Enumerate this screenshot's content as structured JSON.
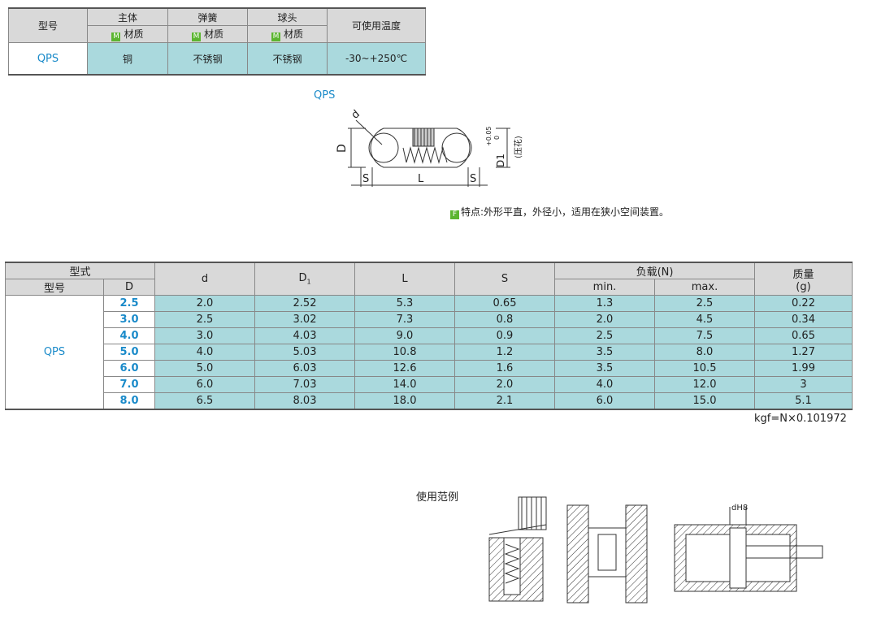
{
  "material_table": {
    "headers": [
      "型号",
      "主体",
      "弹簧",
      "球头",
      "可使用温度"
    ],
    "material_label": "材质",
    "material_badge": "M",
    "row": {
      "model": "QPS",
      "body": "铜",
      "spring": "不锈钢",
      "ball": "不锈钢",
      "temp": "-30~+250℃"
    }
  },
  "diagram": {
    "title": "QPS",
    "labels": {
      "d": "d",
      "D": "D",
      "S": "S",
      "L": "L",
      "D1": "D1",
      "tol_up": "+0.05",
      "tol_low": "0",
      "note": "(压花)"
    }
  },
  "feature": {
    "badge": "F",
    "text": "特点:外形平直，外径小，适用在狭小空间装置。"
  },
  "spec_table": {
    "h_type": "型式",
    "h_model": "型号",
    "h_D": "D",
    "h_d": "d",
    "h_D1": "D",
    "h_D1_sub": "1",
    "h_L": "L",
    "h_S": "S",
    "h_load": "负载(N)",
    "h_min": "min.",
    "h_max": "max.",
    "h_mass": "质量",
    "h_mass_unit": "(g)",
    "model": "QPS",
    "rows": [
      [
        "2.5",
        "2.0",
        "2.52",
        "5.3",
        "0.65",
        "1.3",
        "2.5",
        "0.22"
      ],
      [
        "3.0",
        "2.5",
        "3.02",
        "7.3",
        "0.8",
        "2.0",
        "4.5",
        "0.34"
      ],
      [
        "4.0",
        "3.0",
        "4.03",
        "9.0",
        "0.9",
        "2.5",
        "7.5",
        "0.65"
      ],
      [
        "5.0",
        "4.0",
        "5.03",
        "10.8",
        "1.2",
        "3.5",
        "8.0",
        "1.27"
      ],
      [
        "6.0",
        "5.0",
        "6.03",
        "12.6",
        "1.6",
        "3.5",
        "10.5",
        "1.99"
      ],
      [
        "7.0",
        "6.0",
        "7.03",
        "14.0",
        "2.0",
        "4.0",
        "12.0",
        "3"
      ],
      [
        "8.0",
        "6.5",
        "8.03",
        "18.0",
        "2.1",
        "6.0",
        "15.0",
        "5.1"
      ]
    ],
    "note": "kgf=N×0.101972"
  },
  "examples": {
    "title": "使用范例",
    "label_dh8": "dH8"
  }
}
